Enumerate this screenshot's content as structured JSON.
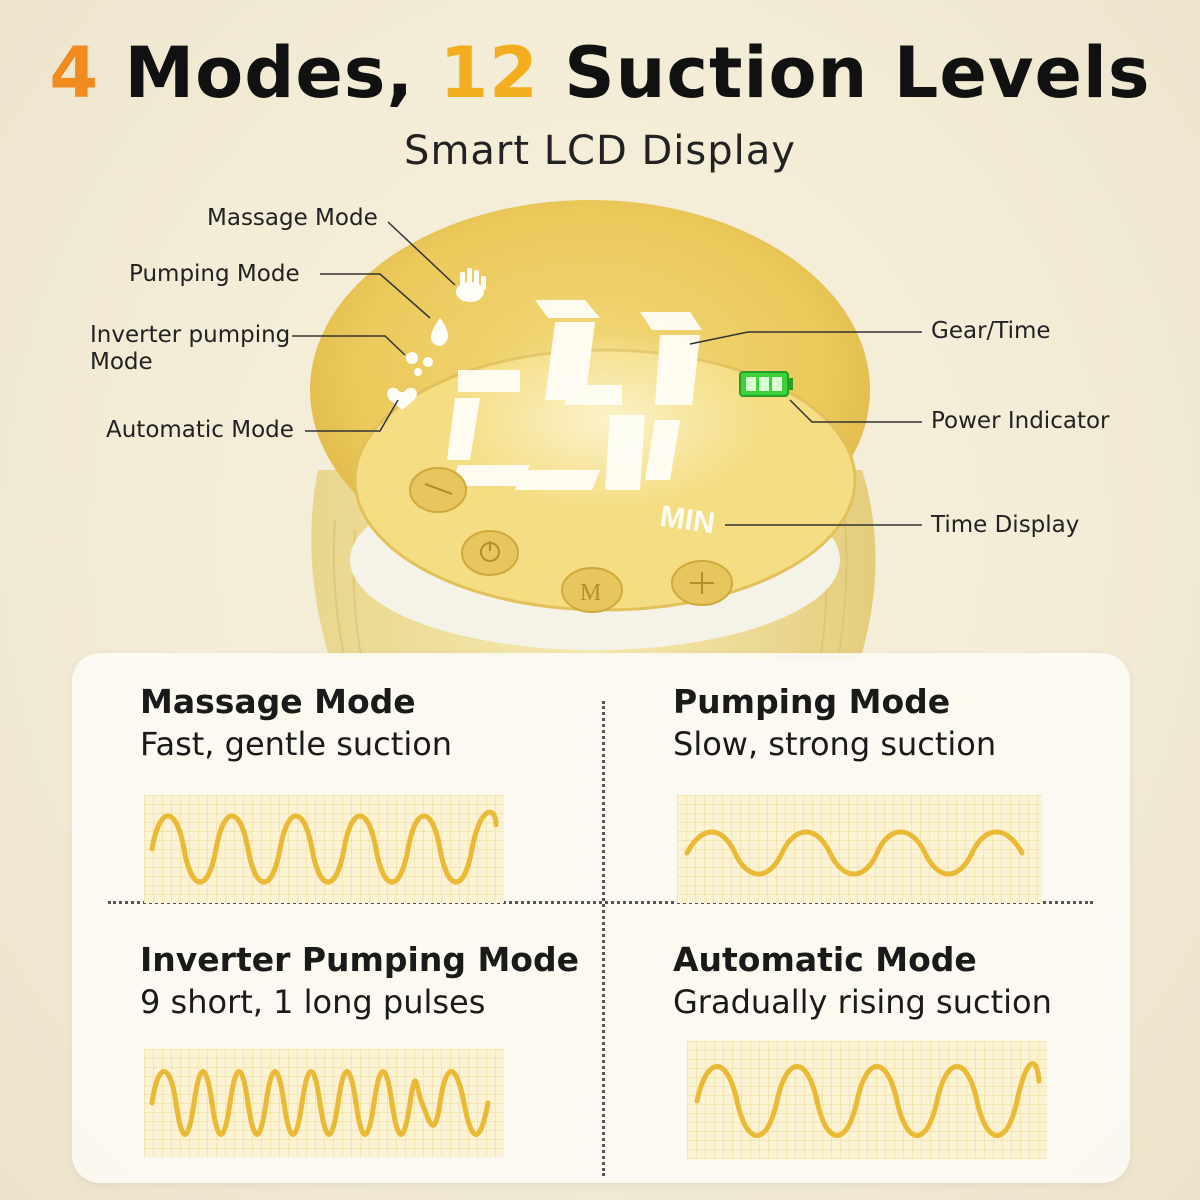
{
  "header": {
    "title_num1": "4",
    "title_part1": " Modes, ",
    "title_num2": "12",
    "title_part2": " Suction Levels",
    "subtitle": "Smart LCD Display"
  },
  "callouts": {
    "massage_mode": "Massage Mode",
    "pumping_mode": "Pumping Mode",
    "inverter_mode_line1": "Inverter pumping",
    "inverter_mode_line2": "Mode",
    "automatic_mode": "Automatic Mode",
    "gear_time": "Gear/Time",
    "power_indicator": "Power Indicator",
    "time_display": "Time Display"
  },
  "device": {
    "display_unit": "MIN",
    "button_minus": "−",
    "button_power": "⏻",
    "button_mode": "M",
    "button_plus": "+"
  },
  "modes": [
    {
      "name": "Massage Mode",
      "description": "Fast, gentle suction"
    },
    {
      "name": "Pumping Mode",
      "description": "Slow, strong suction"
    },
    {
      "name": "Inverter Pumping Mode",
      "description": "9 short, 1 long pulses"
    },
    {
      "name": "Automatic Mode",
      "description": "Gradually rising suction"
    }
  ],
  "colors": {
    "accent_orange": "#f08c1e",
    "accent_yellow": "#f2ae1f",
    "wave": "#eab935",
    "battery": "#3dd13a"
  }
}
